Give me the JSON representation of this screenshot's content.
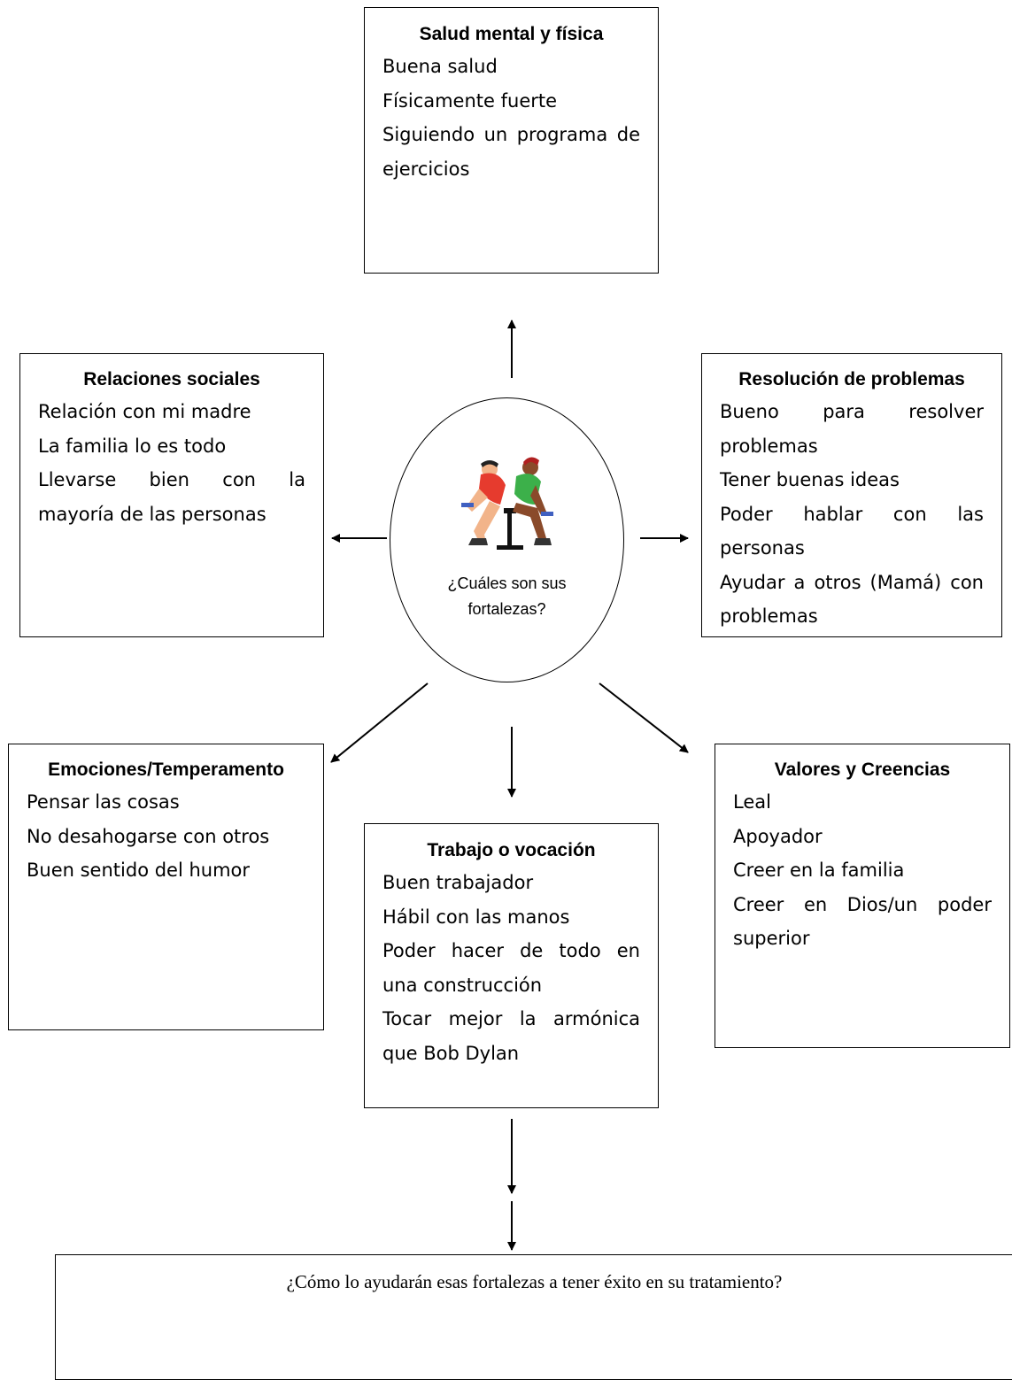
{
  "hub": {
    "question": "¿Cuáles son sus fortalezas?",
    "icon": "weightlifting-people-clipart-icon"
  },
  "boxes": {
    "salud": {
      "title": "Salud mental y física",
      "items": [
        "Buena salud",
        "Físicamente fuerte",
        "Siguiendo un programa de ejercicios"
      ]
    },
    "relaciones": {
      "title": "Relaciones sociales",
      "items": [
        "Relación con mi madre",
        "La familia lo es todo",
        "Llevarse bien con la mayoría de las personas"
      ]
    },
    "resolucion": {
      "title": "Resolución de problemas",
      "items": [
        "Bueno para resolver problemas",
        "Tener buenas ideas",
        "Poder hablar con las personas",
        "Ayudar a otros (Mamá) con problemas"
      ]
    },
    "emociones": {
      "title": "Emociones/Temperamento",
      "items": [
        "Pensar las cosas",
        "No desahogarse con otros",
        "Buen sentido del humor"
      ]
    },
    "trabajo": {
      "title": "Trabajo o vocación",
      "items": [
        "Buen trabajador",
        "Hábil con las manos",
        "Poder hacer de todo en una construcción",
        "Tocar mejor la armónica que Bob Dylan"
      ]
    },
    "valores": {
      "title": "Valores y Creencias",
      "items": [
        "Leal",
        "Apoyador",
        "Creer en la familia",
        "Creer en Dios/un poder superior"
      ]
    }
  },
  "final": {
    "question": "¿Cómo lo ayudarán esas fortalezas a tener éxito en su tratamiento?"
  }
}
